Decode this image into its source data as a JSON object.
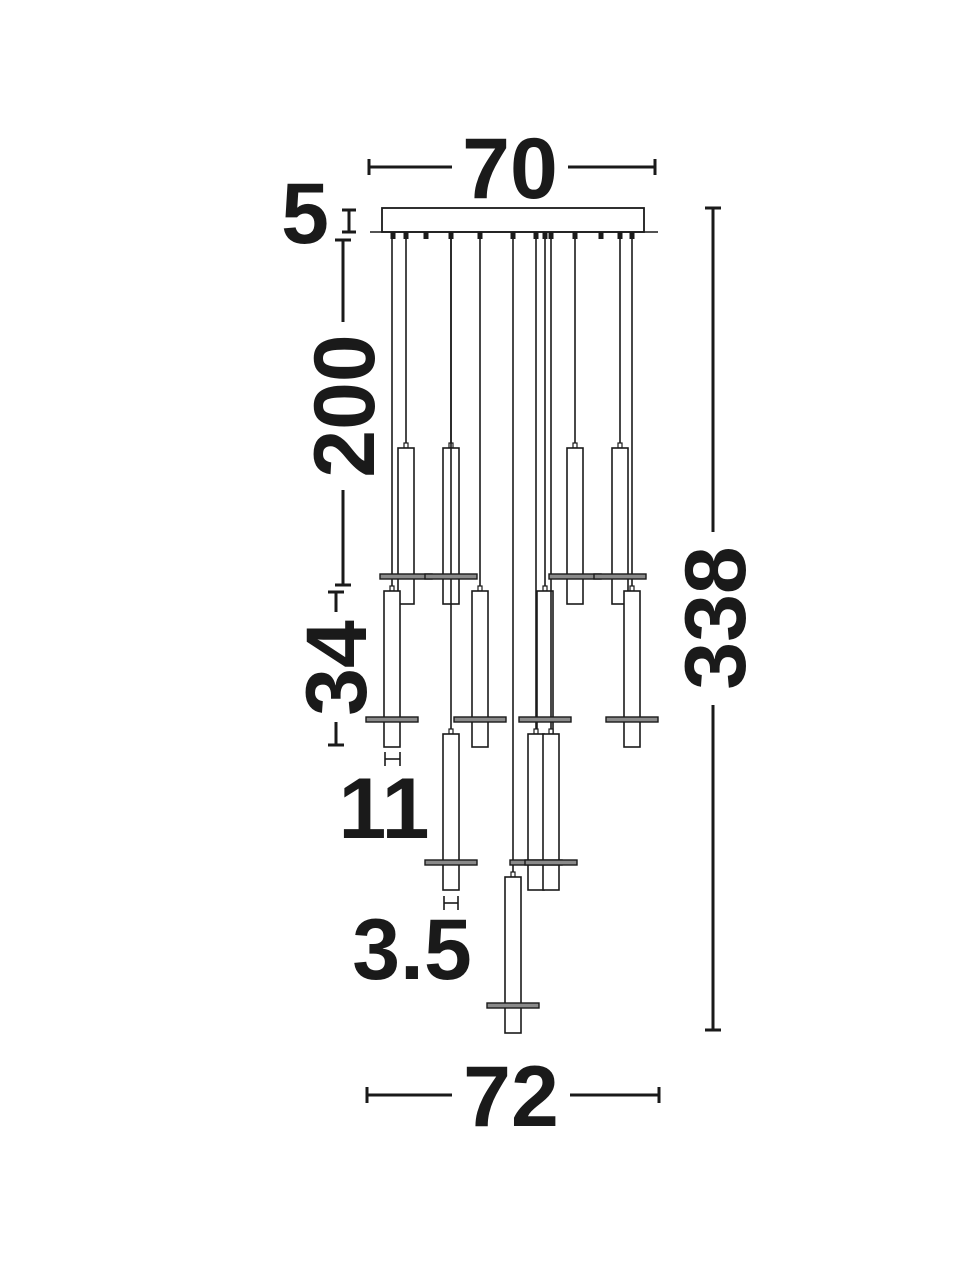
{
  "dimensions": {
    "width_top": "70",
    "canopy_height": "5",
    "cable_length": "200",
    "pendant_height": "34",
    "pendant_diameter": "11",
    "ring_thickness": "3.5",
    "total_height": "338",
    "width_bottom": "72"
  },
  "colors": {
    "ink": "#1a1a1a",
    "ring_fill": "#8a8a8a",
    "background": "#ffffff"
  }
}
